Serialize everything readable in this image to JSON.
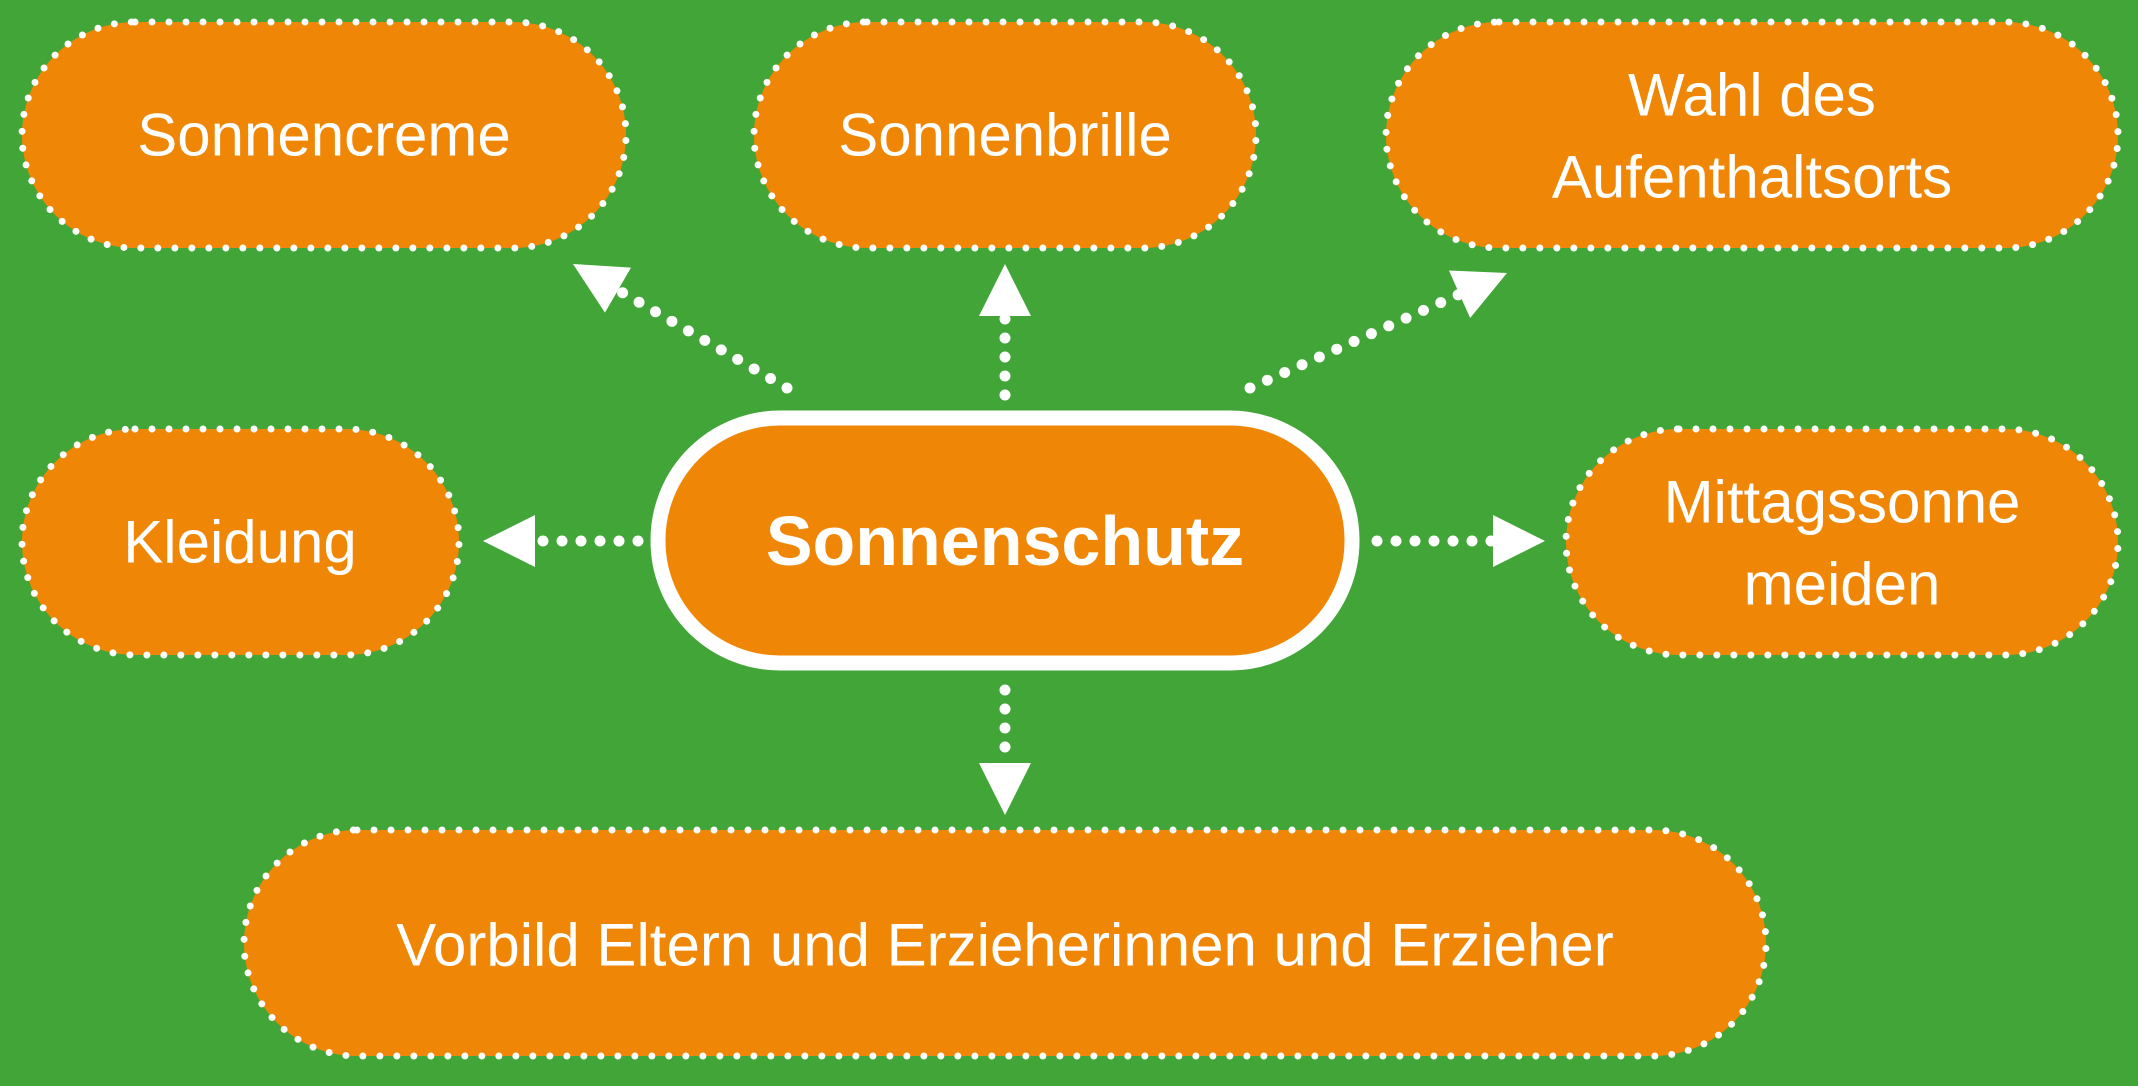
{
  "colors": {
    "background": "#41a537",
    "node": "#f08605",
    "stroke": "#ffffff"
  },
  "center": {
    "label": "Sonnenschutz"
  },
  "nodes": {
    "sonnencreme": {
      "lines": [
        "Sonnencreme"
      ]
    },
    "sonnenbrille": {
      "lines": [
        "Sonnenbrille"
      ]
    },
    "aufenthaltsort": {
      "lines": [
        "Wahl des",
        "Aufenthaltsorts"
      ]
    },
    "kleidung": {
      "lines": [
        "Kleidung"
      ]
    },
    "mittagssonne": {
      "lines": [
        "Mittagssonne",
        "meiden"
      ]
    },
    "vorbild": {
      "lines": [
        "Vorbild Eltern und Erzieherinnen und Erzieher"
      ]
    }
  }
}
